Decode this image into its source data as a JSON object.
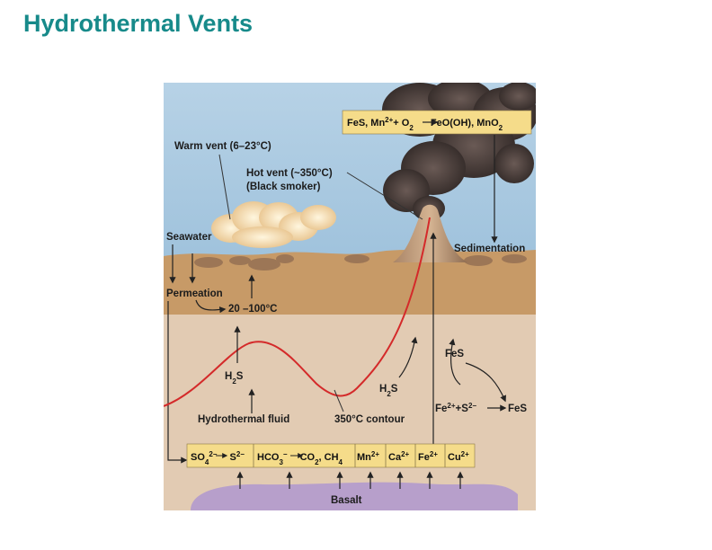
{
  "title": "Hydrothermal Vents",
  "labels": {
    "warm_vent": "Warm vent (6–23°C)",
    "hot_vent_line1": "Hot vent (~350°C)",
    "hot_vent_line2": "(Black smoker)",
    "seawater": "Seawater",
    "sedimentation": "Sedimentation",
    "permeation": "Permeation",
    "temp_range": "20 –100°C",
    "hydrothermal_fluid": "Hydrothermal fluid",
    "contour": "350°C contour",
    "basalt": "Basalt",
    "fes_upper": "FeS",
    "fes_right": "FeS",
    "h2s": "H",
    "h2s_sub": "2",
    "h2s_tail": "S"
  },
  "reaction_top": {
    "part1": "FeS, Mn",
    "sup1": "2+",
    "part2": "+ O",
    "sub2": "2",
    "part3": " Fe",
    "part4": "O(OH), MnO",
    "sub4": "2"
  },
  "reaction_fe": {
    "fe": "Fe",
    "fe_sup": "2+",
    "plus": "+S",
    "s_sup": "2−",
    "product": "FeS"
  },
  "bottom_box": {
    "so4": "SO",
    "so4_sub": "4",
    "so4_sup": "2−",
    "s": "S",
    "s_sup": "2−",
    "hco3": "HCO",
    "hco3_sub": "3",
    "hco3_sup": "−",
    "co2": "CO",
    "co2_sub": "2",
    "ch4": ", CH",
    "ch4_sub": "4",
    "mn": "Mn",
    "mn_sup": "2+",
    "ca": "Ca",
    "ca_sup": "2+",
    "fe": "Fe",
    "fe_sup": "2+",
    "cu": "Cu",
    "cu_sup": "2+"
  },
  "colors": {
    "title": "#178a8a",
    "sky": "#aacbe0",
    "sediment": "#c79a67",
    "crust": "#e2cbb3",
    "basalt": "#b79fcb",
    "box_fill": "#f5dc8a",
    "contour": "#d42a2a"
  }
}
